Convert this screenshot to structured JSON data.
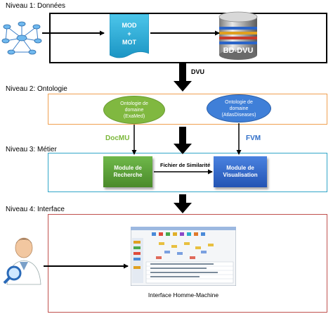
{
  "levels": {
    "l1": "Niveau 1: Données",
    "l2": "Niveau 2: Ontologie",
    "l3": "Niveau 3: Métier",
    "l4": "Niveau 4: Interface"
  },
  "level1": {
    "doc_line1": "MOD",
    "doc_line2": "+",
    "doc_line3": "MOT",
    "db_label": "BD-DVU"
  },
  "arrow_label_dvu": "DVU",
  "level2": {
    "onto_left_l1": "Ontologie de",
    "onto_left_l2": "domaine",
    "onto_left_l3": "(ExaMed)",
    "onto_right_l1": "Ontologie de",
    "onto_right_l2": "domaine",
    "onto_right_l3": "(AtlasDiseases)"
  },
  "labels": {
    "docmu": "DocMU",
    "fvm": "FVM",
    "similarity_file": "Fichier de Similarité"
  },
  "level3": {
    "search_l1": "Module de",
    "search_l2": "Recherche",
    "vis_l1": "Module de",
    "vis_l2": "Visualisation"
  },
  "level4": {
    "hmi_caption": "Interface Homme-Machine"
  },
  "colors": {
    "frame_black": "#000000",
    "onto_frame": "#f0a050",
    "metier_frame": "#31a6c8",
    "interface_frame": "#c0504d",
    "green_module": "#5a9e3a",
    "blue_module": "#2f64c4",
    "doc_blue": "#2bafd8",
    "docmu_green": "#7bb83a",
    "fvm_blue": "#2f6ec8"
  }
}
